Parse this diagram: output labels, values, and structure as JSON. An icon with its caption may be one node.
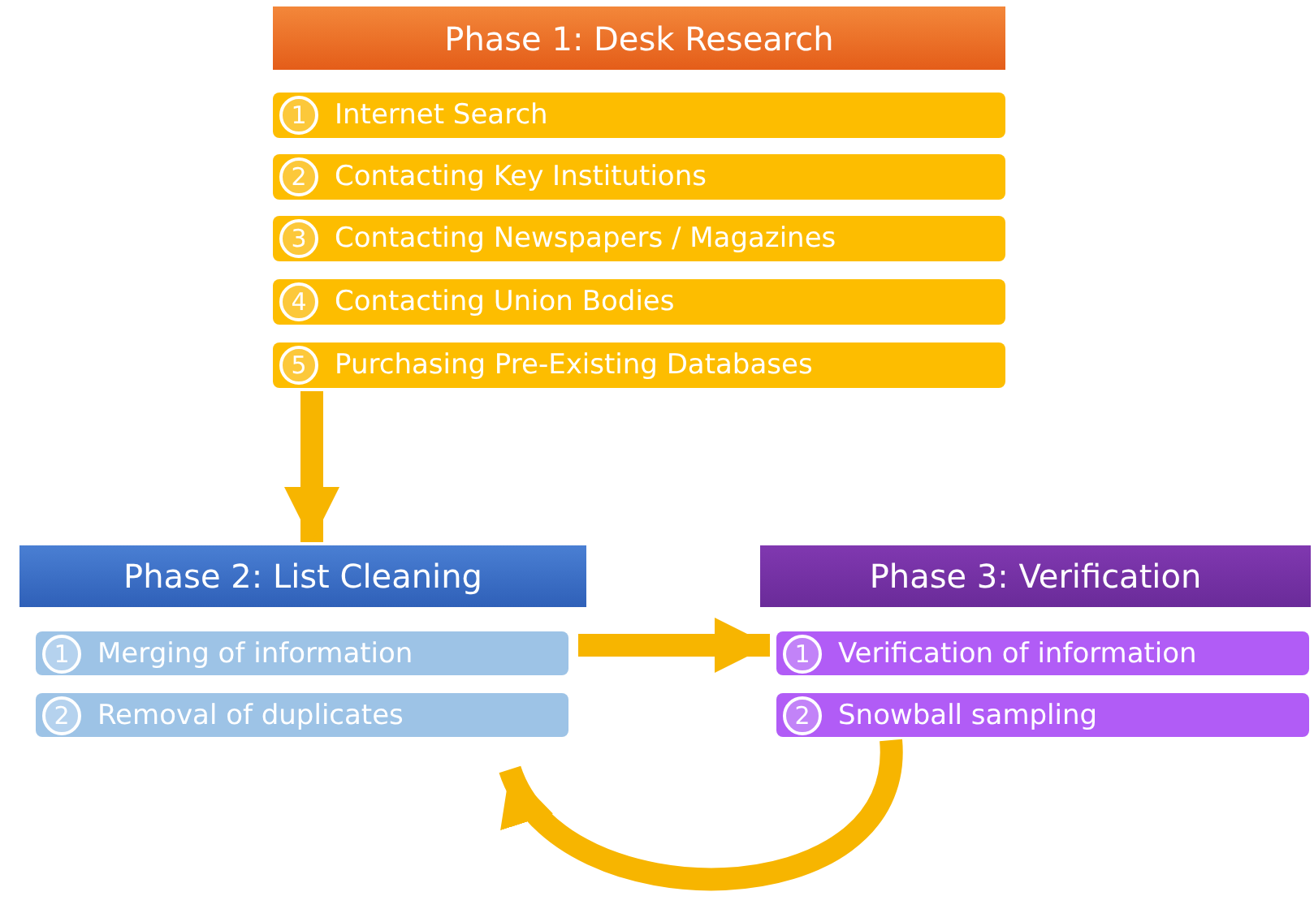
{
  "diagram": {
    "nodes": [
      {
        "text": [
          "Phase 1: Desk Research"
        ]
      },
      {
        "text": [
          "1",
          "Internet Search"
        ]
      },
      {
        "text": [
          "2",
          "Contacting Key Institutions"
        ]
      },
      {
        "text": [
          "3",
          "Contacting Newspapers / Magazines"
        ]
      },
      {
        "text": [
          "4",
          "Contacting Union Bodies"
        ]
      },
      {
        "text": [
          "5",
          "Purchasing Pre-Existing Databases"
        ]
      },
      {
        "text": [
          "Phase 2: List Cleaning"
        ]
      },
      {
        "text": [
          "1",
          "Merging of information"
        ]
      },
      {
        "text": [
          "2",
          "Removal of duplicates"
        ]
      },
      {
        "text": [
          "Phase 3: Verification"
        ]
      },
      {
        "text": [
          "1",
          "Verification of information"
        ]
      },
      {
        "text": [
          "2",
          "Snowball sampling"
        ]
      }
    ],
    "edges": [
      {
        "from": 5,
        "to": 6,
        "arrow": "to"
      },
      {
        "from": 7,
        "to": 10,
        "arrow": "to"
      },
      {
        "from": 11,
        "to": 8,
        "arrow": "to"
      }
    ]
  }
}
